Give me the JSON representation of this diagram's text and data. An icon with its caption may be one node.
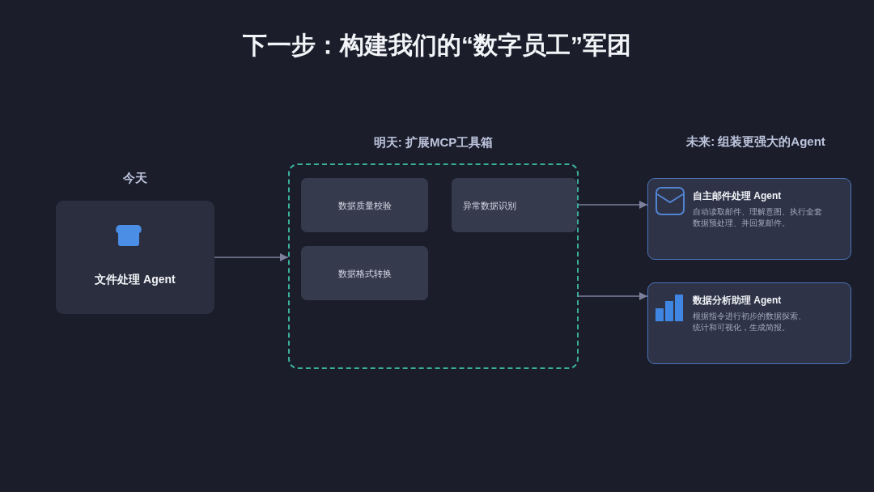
{
  "diagram": {
    "title": "下一步：构建我们的“数字员工”军团",
    "nodes": [
      {
        "text": [
          "今天",
          "文件处理 Agent"
        ]
      },
      {
        "text": [
          "明天: 扩展MCP工具箱"
        ]
      },
      {
        "text": [
          "数据质量校验"
        ],
        "in": 1
      },
      {
        "text": [
          "异常数据识别"
        ],
        "in": 1
      },
      {
        "text": [
          "数据格式转换"
        ],
        "in": 1
      },
      {
        "text": [
          "自主邮件处理 Agent",
          "自动读取邮件、理解意图、执行全套数据预处理、并回复邮件。"
        ]
      },
      {
        "text": [
          "数据分析助理 Agent",
          "根据指令进行初步的数据探索、统计和可视化，生成简报。"
        ]
      }
    ],
    "edges": [
      {
        "from": 0,
        "to": 1,
        "arrow": "to"
      },
      {
        "from": 1,
        "to": 5,
        "arrow": "to"
      },
      {
        "from": 1,
        "to": 6,
        "arrow": "to"
      }
    ],
    "labels": [
      "未来: 组装更强大的Agent"
    ]
  }
}
